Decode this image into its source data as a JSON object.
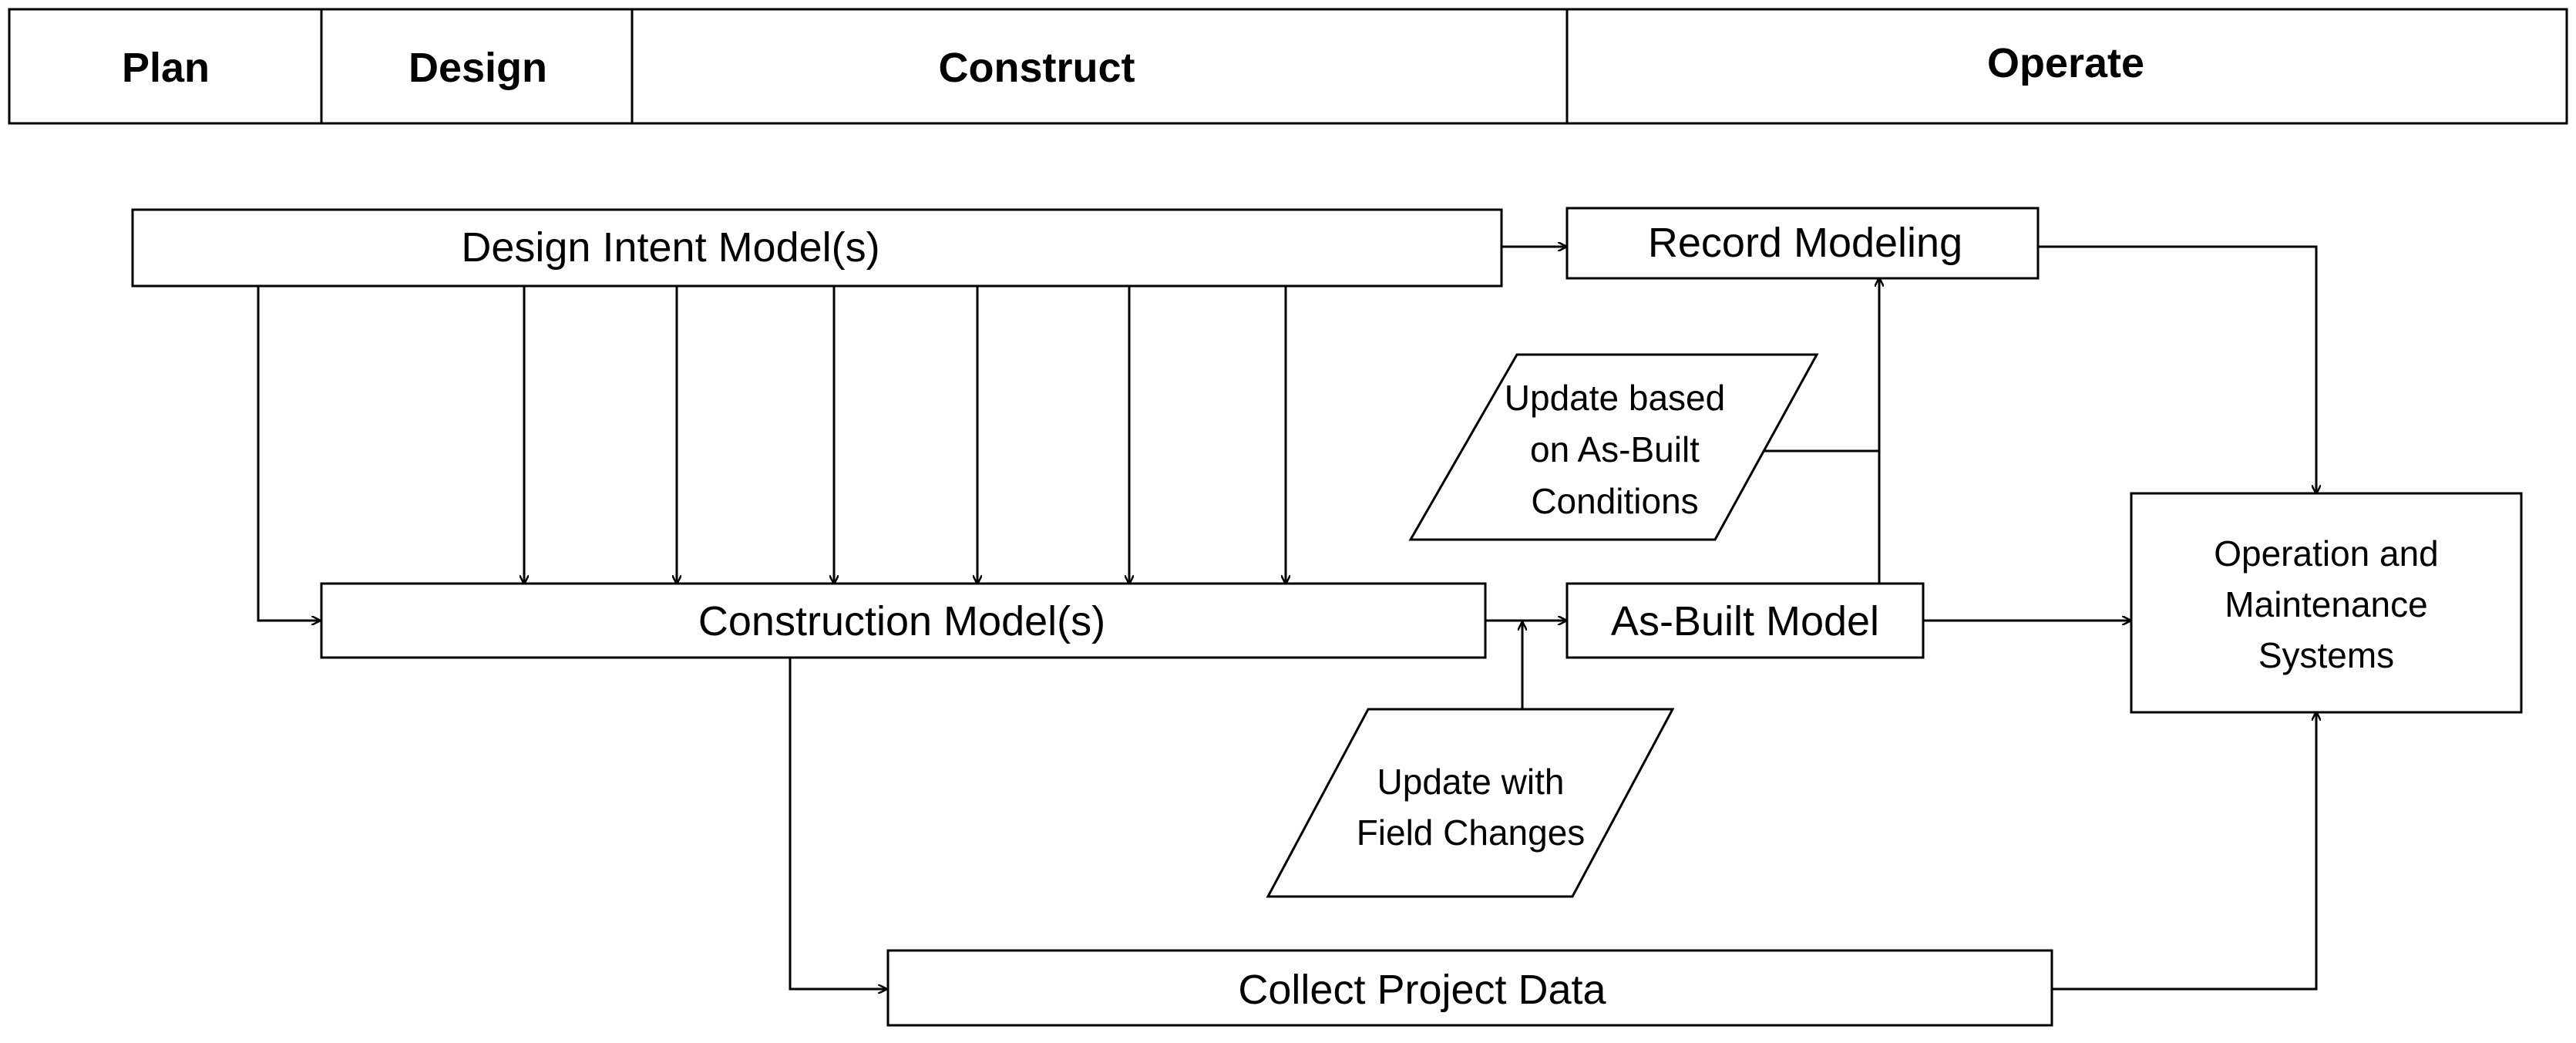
{
  "phases": [
    "Plan",
    "Design",
    "Construct",
    "Operate"
  ],
  "nodes": {
    "design_intent": "Design Intent Model(s)",
    "record_modeling": "Record Modeling",
    "update_asbuilt": [
      "Update based",
      "on As-Built",
      "Conditions"
    ],
    "construction_model": "Construction Model(s)",
    "asbuilt_model": "As-Built Model",
    "update_field": [
      "Update with",
      "Field Changes"
    ],
    "oms": [
      "Operation and",
      "Maintenance",
      "Systems"
    ],
    "collect_data": "Collect Project Data"
  },
  "colors": {
    "line": "#000000",
    "fill": "#ffffff",
    "text": "#000000"
  }
}
